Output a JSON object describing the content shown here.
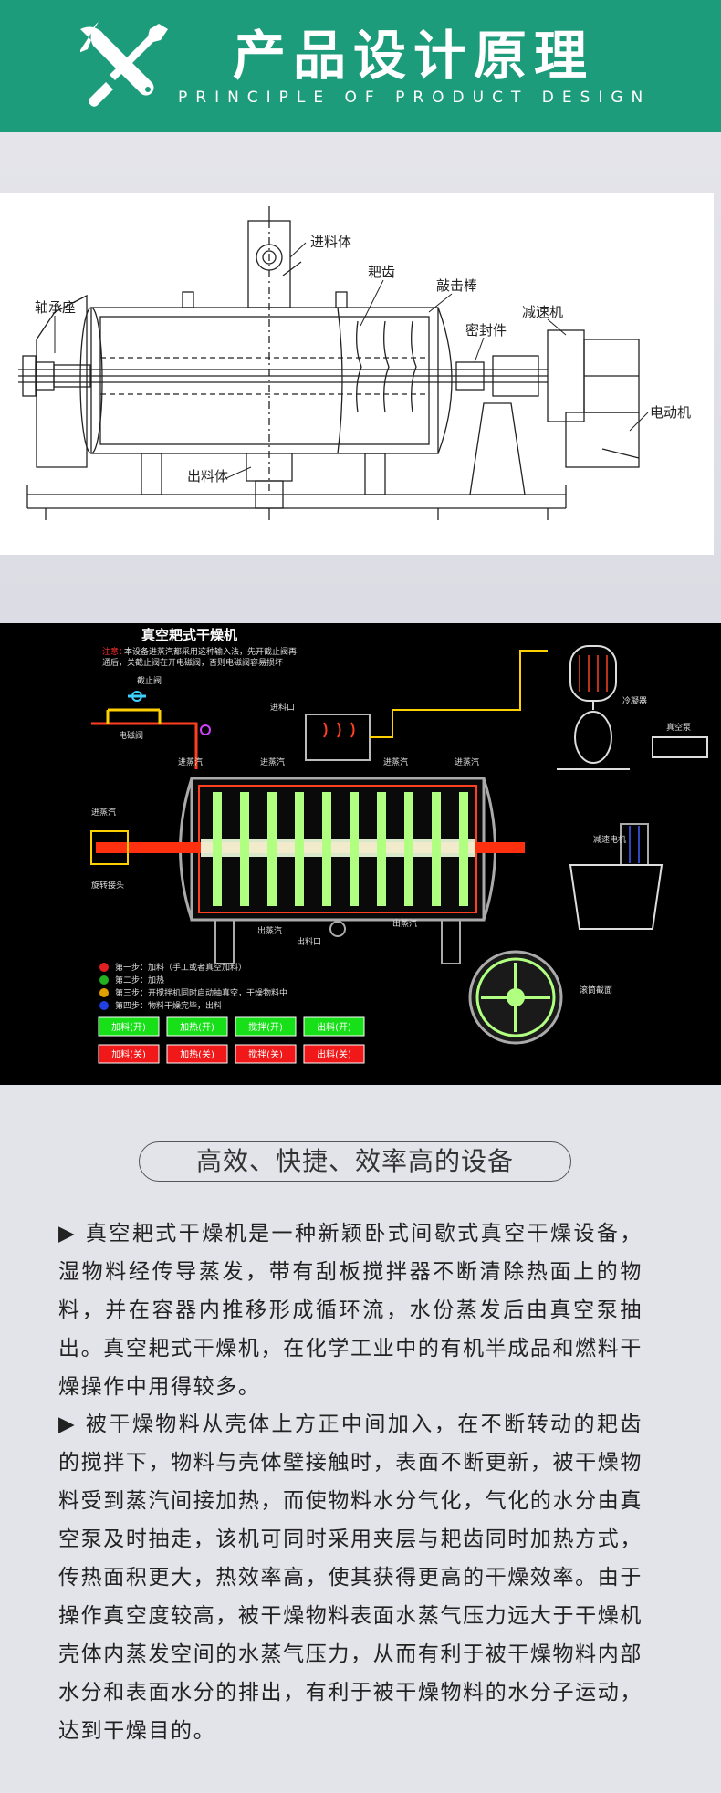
{
  "header": {
    "title": "产品设计原理",
    "subtitle": "PRINCIPLE OF PRODUCT DESIGN",
    "icon": "wrench-screwdriver-icon"
  },
  "diagram1": {
    "labels": {
      "feed": "进料体",
      "rake": "耙齿",
      "knock": "敲击棒",
      "bearing": "轴承座",
      "reducer": "减速机",
      "seal": "密封件",
      "motor": "电动机",
      "outlet": "出料体"
    }
  },
  "diagram2": {
    "title": "真空耙式干燥机",
    "note_label": "注意：",
    "note1": "本设备进蒸汽都采用这种输入法，先开截止阀再",
    "note2": "通后，关截止阀在开电磁阀，否则电磁阀容易损坏",
    "labels": {
      "stop_valve": "截止阀",
      "solenoid": "电磁阀",
      "inlet": "进料口",
      "steam_in": "进蒸汽",
      "steam_out": "出蒸汽",
      "outlet": "出料口",
      "rotary_joint": "旋转接头",
      "condenser": "冷凝器",
      "vacuum_pump": "真空泵",
      "reducer_motor": "减速电机",
      "section": "滚筒截面"
    },
    "steps": [
      {
        "num": "1",
        "color": "#e02020",
        "text": "第一步：加料（手工或者真空加料）"
      },
      {
        "num": "2",
        "color": "#20b020",
        "text": "第二步：加热"
      },
      {
        "num": "3",
        "color": "#e0a000",
        "text": "第三步：开搅拌机同时启动抽真空，干燥物料中"
      },
      {
        "num": "4",
        "color": "#2040e0",
        "text": "第四步：物料干燥完毕，出料"
      }
    ],
    "buttons_on": [
      "加料(开)",
      "加热(开)",
      "搅拌(开)",
      "出料(开)"
    ],
    "buttons_off": [
      "加料(关)",
      "加热(关)",
      "搅拌(关)",
      "出料(关)"
    ]
  },
  "section": {
    "heading": "高效、快捷、效率高的设备",
    "paragraph1": "▶ 真空耙式干燥机是一种新颖卧式间歇式真空干燥设备，湿物料经传导蒸发，带有刮板搅拌器不断清除热面上的物料，并在容器内推移形成循环流，水份蒸发后由真空泵抽出。真空耙式干燥机，在化学工业中的有机半成品和燃料干燥操作中用得较多。",
    "paragraph2": "▶ 被干燥物料从壳体上方正中间加入，在不断转动的耙齿的搅拌下，物料与壳体壁接触时，表面不断更新，被干燥物料受到蒸汽间接加热，而使物料水分气化，气化的水分由真空泵及时抽走，该机可同时采用夹层与耙齿同时加热方式，传热面积更大，热效率高，使其获得更高的干燥效率。由于操作真空度较高，被干燥物料表面水蒸气压力远大于干燥机壳体内蒸发空间的水蒸气压力，从而有利于被干燥物料内部水分和表面水分的排出，有利于被干燥物料的水分子运动，达到干燥目的。"
  }
}
